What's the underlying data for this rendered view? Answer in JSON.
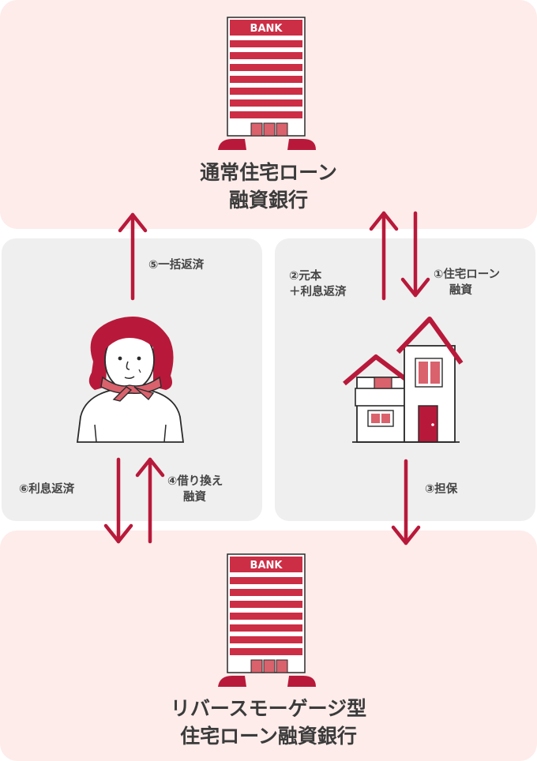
{
  "banks": {
    "top": {
      "sign": "BANK",
      "name_line1": "通常住宅ローン",
      "name_line2": "融資銀行"
    },
    "bottom": {
      "sign": "BANK",
      "name_line1": "リバースモーゲージ型",
      "name_line2": "住宅ローン融資銀行"
    }
  },
  "flows": {
    "f1_line1": "①住宅ローン",
    "f1_line2": "融資",
    "f2_line1": "②元本",
    "f2_line2": "＋利息返済",
    "f3": "③担保",
    "f4_line1": "④借り換え",
    "f4_line2": "融資",
    "f5": "⑤一括返済",
    "f6": "⑥利息返済"
  },
  "colors": {
    "accent": "#b8193a",
    "bank_stripe": "#cc2e45",
    "window": "#d9626d",
    "bank_panel_bg": "#fdecea",
    "actor_panel_bg": "#efefef"
  }
}
